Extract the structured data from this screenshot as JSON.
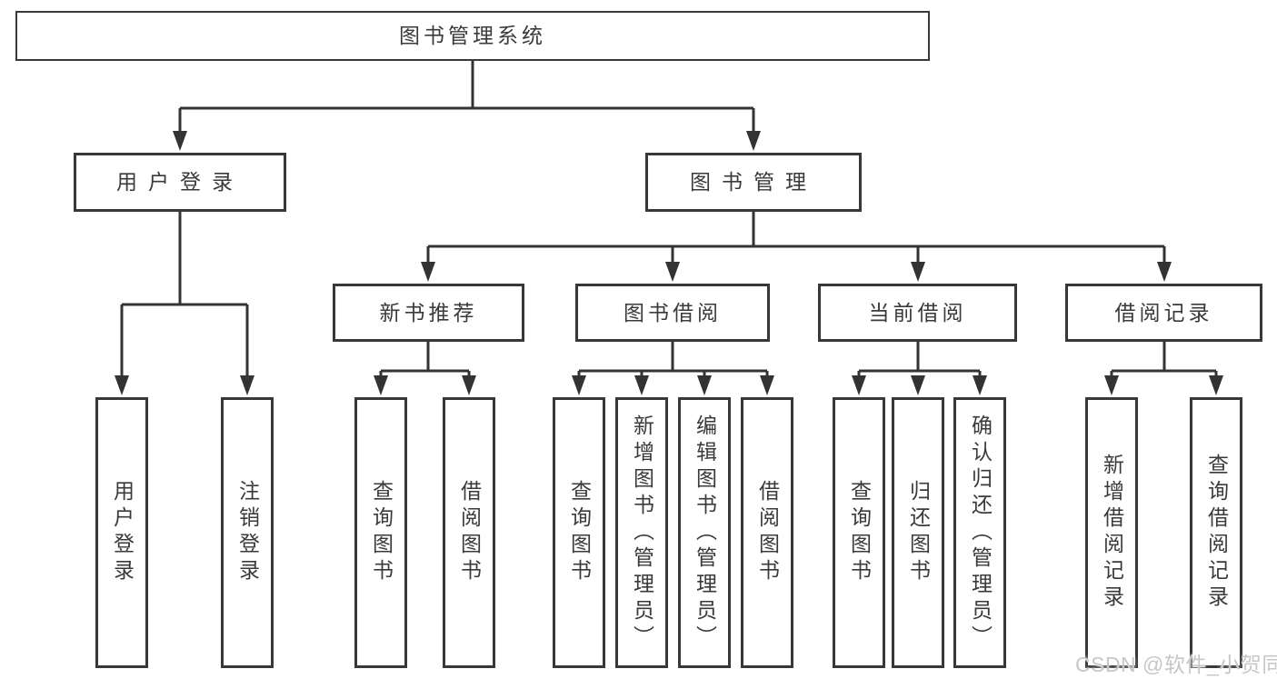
{
  "diagram": {
    "colors": {
      "background": "#ffffff",
      "line": "#333333",
      "box_border": "#383838",
      "text": "#3a3a3a",
      "watermark": "#c7c7c7"
    },
    "tree": {
      "label": "图书管理系统",
      "children": [
        {
          "label": "用户登录",
          "children": [
            {
              "label": "用户登录"
            },
            {
              "label": "注销登录"
            }
          ]
        },
        {
          "label": "图书管理",
          "children": [
            {
              "label": "新书推荐",
              "children": [
                {
                  "label": "查询图书"
                },
                {
                  "label": "借阅图书"
                }
              ]
            },
            {
              "label": "图书借阅",
              "children": [
                {
                  "label": "查询图书"
                },
                {
                  "label": "新增图书（管理员）"
                },
                {
                  "label": "编辑图书（管理员）"
                },
                {
                  "label": "借阅图书"
                }
              ]
            },
            {
              "label": "当前借阅",
              "children": [
                {
                  "label": "查询图书"
                },
                {
                  "label": "归还图书"
                },
                {
                  "label": "确认归还（管理员）"
                }
              ]
            },
            {
              "label": "借阅记录",
              "children": [
                {
                  "label": "新增借阅记录"
                },
                {
                  "label": "查询借阅记录"
                }
              ]
            }
          ]
        }
      ]
    },
    "watermark": {
      "text": "CSDN @软件_小贺同学"
    }
  }
}
